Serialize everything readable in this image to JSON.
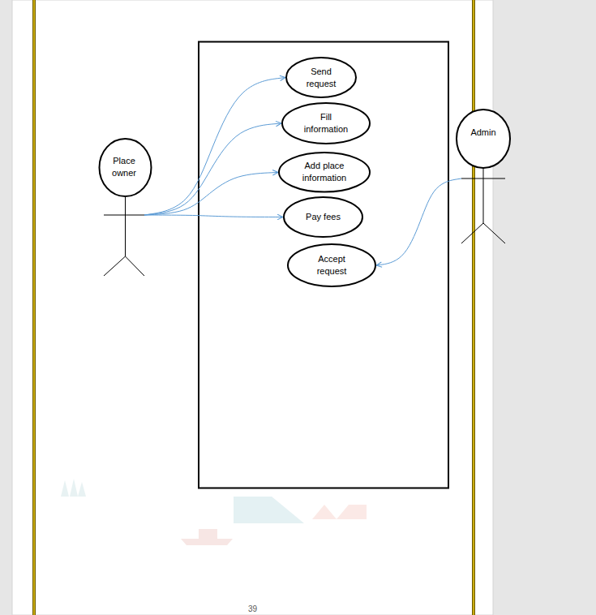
{
  "diagram": {
    "nodes": [
      {
        "text": [
          "Place owner"
        ]
      },
      {
        "text": [
          "Send request"
        ]
      },
      {
        "text": [
          "Fill information"
        ]
      },
      {
        "text": [
          "Add place information"
        ]
      },
      {
        "text": [
          "Pay fees"
        ]
      },
      {
        "text": [
          "Accept request"
        ]
      },
      {
        "text": [
          "Admin"
        ]
      }
    ],
    "edges": [
      {
        "from": 0,
        "to": 1,
        "arrow": "to"
      },
      {
        "from": 0,
        "to": 2,
        "arrow": "to"
      },
      {
        "from": 0,
        "to": 3,
        "arrow": "to"
      },
      {
        "from": 0,
        "to": 4,
        "arrow": "to"
      },
      {
        "from": 6,
        "to": 5,
        "arrow": "to"
      }
    ],
    "labels": [
      "39"
    ]
  }
}
